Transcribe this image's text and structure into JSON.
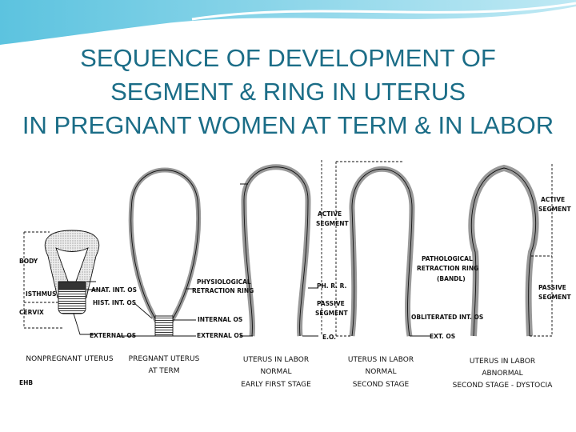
{
  "slide": {
    "title_lines": [
      "SEQUENCE OF DEVELOPMENT OF",
      "SEGMENT & RING IN UTERUS",
      "IN PREGNANT WOMEN AT TERM & IN LABOR"
    ],
    "theme_colors": {
      "title": "#1b6d87",
      "wave": "#7fd0e6"
    }
  },
  "diagram": {
    "labels": {
      "body": "BODY",
      "isthmus": "ISTHMUS",
      "cervix": "CERVIX",
      "anat_int_os": "ANAT. INT. OS",
      "hist_int_os": "HIST. INT. OS",
      "external_os_1": "EXTERNAL OS",
      "physiological": "PHYSIOLOGICAL",
      "retraction_ring": "RETRACTION RING",
      "internal_os": "INTERNAL OS",
      "external_os_2": "EXTERNAL OS",
      "active_segment_1a": "ACTIVE",
      "active_segment_1b": "SEGMENT",
      "ph_rr": "PH. R. R.",
      "passive_segment_1a": "PASSIVE",
      "passive_segment_1b": "SEGMENT",
      "eo": "E.O.",
      "pathological": "PATHOLOGICAL",
      "pathological_ring": "RETRACTION RING",
      "bandl": "(BANDL)",
      "obliterated_int_os": "OBLITERATED INT. OS",
      "ext_os": "EXT. OS",
      "active_segment_2a": "ACTIVE",
      "active_segment_2b": "SEGMENT",
      "passive_segment_2a": "PASSIVE",
      "passive_segment_2b": "SEGMENT",
      "artist_mark": "EHB"
    },
    "captions": {
      "fig1": [
        "NONPREGNANT UTERUS"
      ],
      "fig2": [
        "PREGNANT UTERUS",
        "AT TERM"
      ],
      "fig3": [
        "UTERUS IN LABOR",
        "NORMAL",
        "EARLY FIRST STAGE"
      ],
      "fig4": [
        "UTERUS IN LABOR",
        "NORMAL",
        "SECOND STAGE"
      ],
      "fig5": [
        "UTERUS IN LABOR",
        "ABNORMAL",
        "SECOND STAGE - DYSTOCIA"
      ]
    }
  }
}
